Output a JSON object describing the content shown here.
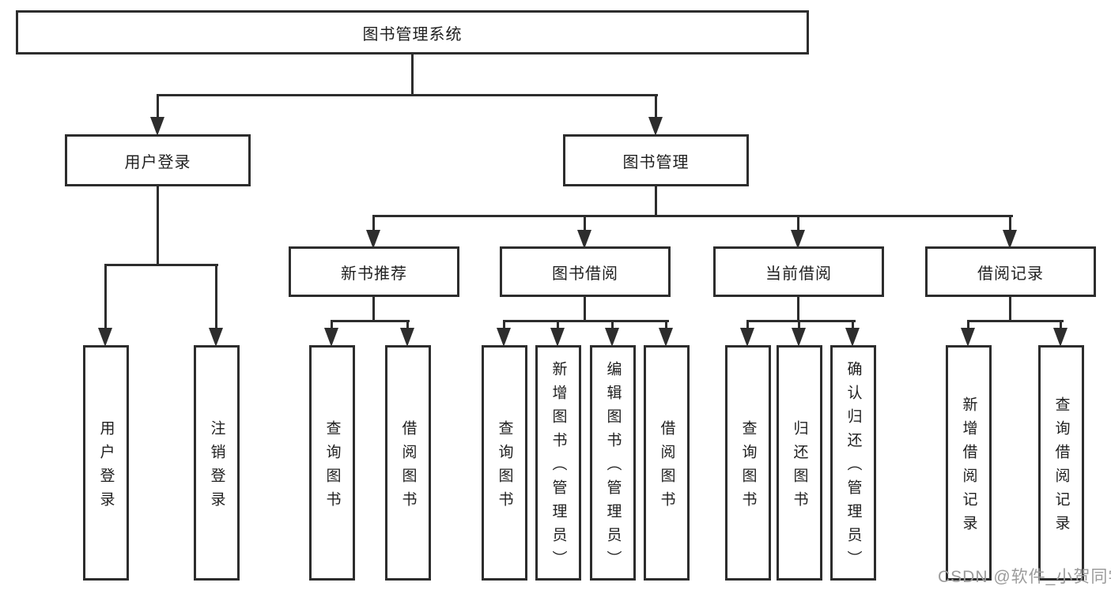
{
  "diagram": {
    "title": "图书管理系统",
    "level2": {
      "user_login": "用户登录",
      "book_management": "图书管理"
    },
    "level3": {
      "new_book_recommend": "新书推荐",
      "book_borrow": "图书借阅",
      "current_borrow": "当前借阅",
      "borrow_records": "借阅记录"
    },
    "leaves": [
      "用户登录",
      "注销登录",
      "查询图书",
      "借阅图书",
      "查询图书",
      "新增图书（管理员）",
      "编辑图书（管理员）",
      "借阅图书",
      "查询图书",
      "归还图书",
      "确认归还（管理员）",
      "新增借阅记录",
      "查询借阅记录"
    ],
    "watermark": "CSDN @软件_小贺同学",
    "colors": {
      "line": "#2d2d2d",
      "text": "#1f1f1f",
      "watermark": "#9b9b9b",
      "background": "#ffffff"
    }
  }
}
